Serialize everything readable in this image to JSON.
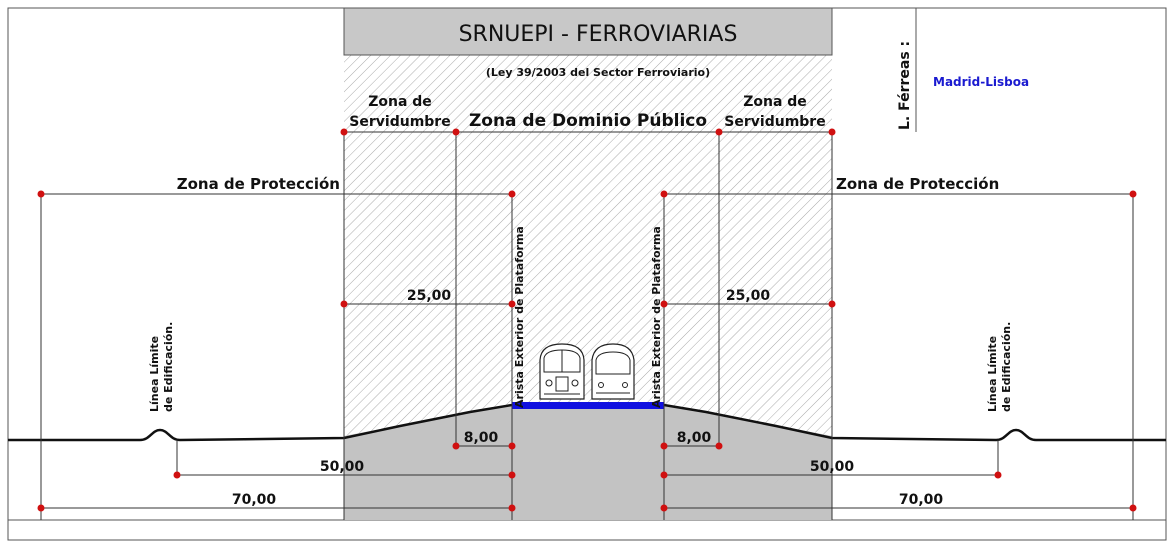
{
  "header": {
    "title": "SRNUEPI - FERROVIARIAS",
    "subtitle": "(Ley 39/2003 del Sector Ferroviario)",
    "lineas_label": "L. Férreas :",
    "linea_name": "Madrid-Lisboa"
  },
  "zones": {
    "servidumbre_left": [
      "Zona de",
      "Servidumbre"
    ],
    "dominio_publico": "Zona de Dominio Público",
    "servidumbre_right": [
      "Zona de",
      "Servidumbre"
    ],
    "proteccion_left": "Zona de Protección",
    "proteccion_right": "Zona de Protección"
  },
  "vertical_labels": {
    "arista_left": "Arista Exterior de Plataforma",
    "arista_right": "Arista Exterior de Plataforma",
    "limite_left": [
      "Línea Límite",
      "de Edificación."
    ],
    "limite_right": [
      "Línea Límite",
      "de Edificación."
    ]
  },
  "dimensions": {
    "servidumbre_left": "25,00",
    "servidumbre_right": "25,00",
    "dominio_left": "8,00",
    "dominio_right": "8,00",
    "limite_left": "50,00",
    "limite_right": "50,00",
    "proteccion_left": "70,00",
    "proteccion_right": "70,00"
  },
  "colors": {
    "title_bar": "#c8c8c8",
    "ground": "#c3c3c3",
    "hatch": "#9a9a9a",
    "marker": "#d01010",
    "rail": "#1010e0",
    "linea_text": "#1a1ad0"
  }
}
